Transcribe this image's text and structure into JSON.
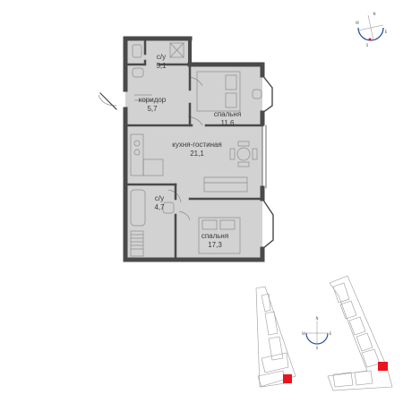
{
  "rooms": [
    {
      "id": "bath1",
      "name": "с/у",
      "area": "5,1"
    },
    {
      "id": "corridor",
      "name": "коридор",
      "area": "5,7"
    },
    {
      "id": "bedroom1",
      "name": "спальня",
      "area": "11,6"
    },
    {
      "id": "kitchen",
      "name": "кухня-гостиная",
      "area": "21,1"
    },
    {
      "id": "bath2",
      "name": "с/у",
      "area": "4,7"
    },
    {
      "id": "bedroom2",
      "name": "спальня",
      "area": "17,3"
    }
  ],
  "compass_top": {
    "n": "N",
    "w": "W",
    "e": "E",
    "s": "S"
  },
  "compass_site": {
    "n": "N",
    "w": "W",
    "e": "E",
    "s": "S"
  },
  "colors": {
    "floor": "#d2d2d2",
    "wall": "#4a4a4a",
    "furniture": "#8c8c8c",
    "highlight": "#e8141e",
    "site_line": "#9a9a9a",
    "compass_blue": "#2b4f9e"
  }
}
